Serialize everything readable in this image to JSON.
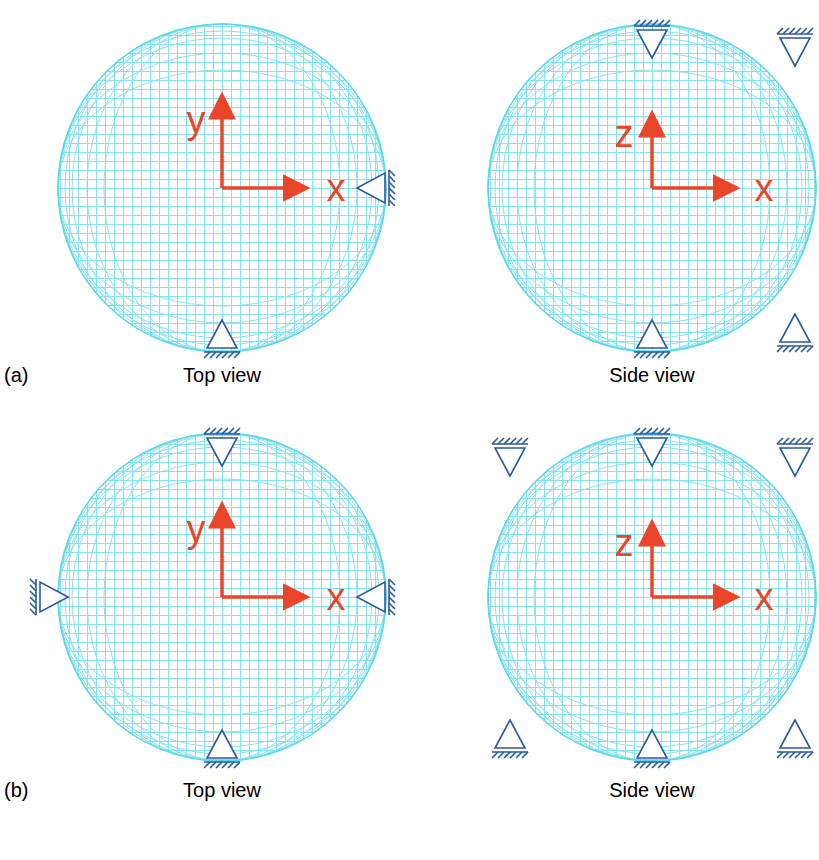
{
  "diagram": {
    "labels": [
      "y",
      "x",
      "z",
      "x",
      "(a)",
      "Top view",
      "Side view",
      "y",
      "x",
      "z",
      "x",
      "(b)",
      "Top view",
      "Side view"
    ]
  }
}
